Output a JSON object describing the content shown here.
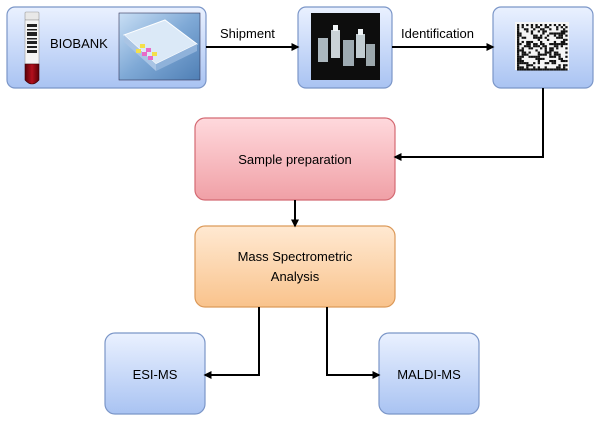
{
  "nodes": {
    "biobank": {
      "label": "BIOBANK"
    },
    "sample_prep": {
      "label": "Sample preparation"
    },
    "mass_spec": {
      "label_line1": "Mass Spectrometric",
      "label_line2": "Analysis"
    },
    "esi": {
      "label": "ESI-MS"
    },
    "maldi": {
      "label": "MALDI-MS"
    }
  },
  "edges": {
    "shipment": {
      "label": "Shipment"
    },
    "identification": {
      "label": "Identification"
    }
  },
  "colors": {
    "blue_top": "#eaf1ff",
    "blue_bottom": "#a9c3f2",
    "blue_stroke": "#7b96c8",
    "red_top": "#ffd9dd",
    "red_bottom": "#f0a0a6",
    "red_stroke": "#d46a73",
    "orange_top": "#ffe9d2",
    "orange_bottom": "#f9c38c",
    "orange_stroke": "#dc9a5a",
    "arrow": "#000000"
  },
  "icons": {
    "blood_tube": "blood-tube-icon",
    "sample_plate": "sample-plate-photo",
    "vials": "vials-photo",
    "barcode": "datamatrix-barcode-icon"
  }
}
